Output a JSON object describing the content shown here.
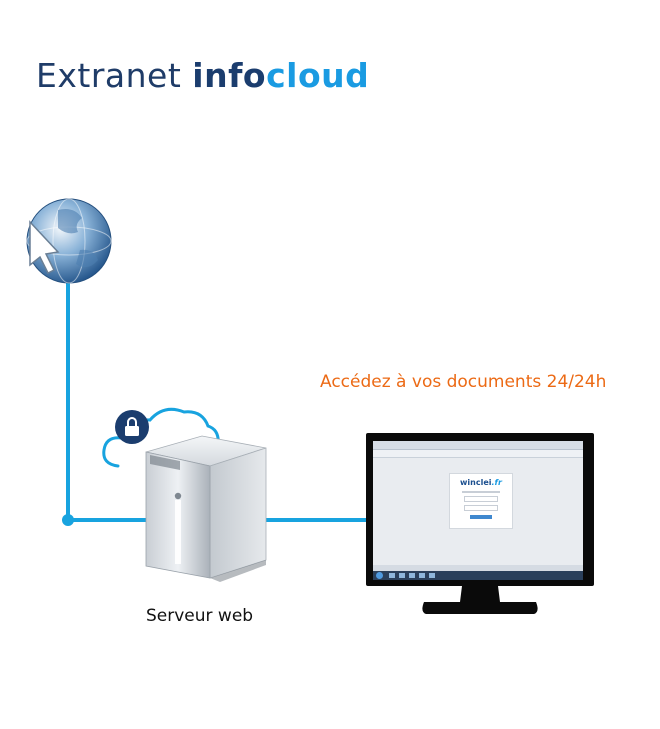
{
  "header": {
    "title_part1": "Extranet",
    "title_part2": "info",
    "title_part3": "cloud"
  },
  "tagline": "Accédez à vos documents 24/24h",
  "server": {
    "label": "Serveur web"
  },
  "screen": {
    "logo_main": "winclei",
    "logo_tld": ".fr"
  },
  "colors": {
    "connector": "#18a3df",
    "title_dark": "#1b3d6e",
    "title_accent": "#1a9be2",
    "tagline": "#ec6a15"
  },
  "icons": [
    "globe-cursor-icon",
    "cloud-lock-icon",
    "server-icon",
    "monitor-icon"
  ]
}
